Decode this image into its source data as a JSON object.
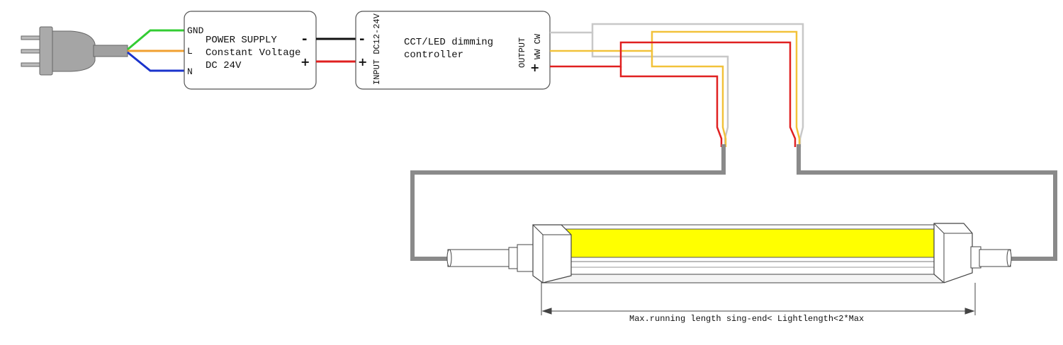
{
  "power_supply": {
    "terminals": {
      "gnd": "GND",
      "l": "L",
      "n": "N",
      "minus": "-",
      "plus": "+"
    },
    "title": "POWER SUPPLY",
    "line2": "Constant Voltage",
    "line3": "DC 24V"
  },
  "controller": {
    "input_label": "INPUT DC12-24V",
    "input_minus": "-",
    "input_plus": "+",
    "title_line1": "CCT/LED dimming",
    "title_line2": "controller",
    "output_label": "OUTPUT",
    "channels_label": "WW CW",
    "output_plus": "+"
  },
  "dimension_note": "Max.running length sing-end< Lightlength<2*Max",
  "colors": {
    "gnd_wire": "#33cc33",
    "live_wire": "#f0a030",
    "neutral_wire": "#1a33cc",
    "negative_wire": "#111111",
    "positive_wire": "#e02020",
    "cw_wire": "#c8c8c8",
    "ww_wire": "#f2c23a",
    "cable": "#8a8a8a",
    "led_light": "#ffff00"
  }
}
